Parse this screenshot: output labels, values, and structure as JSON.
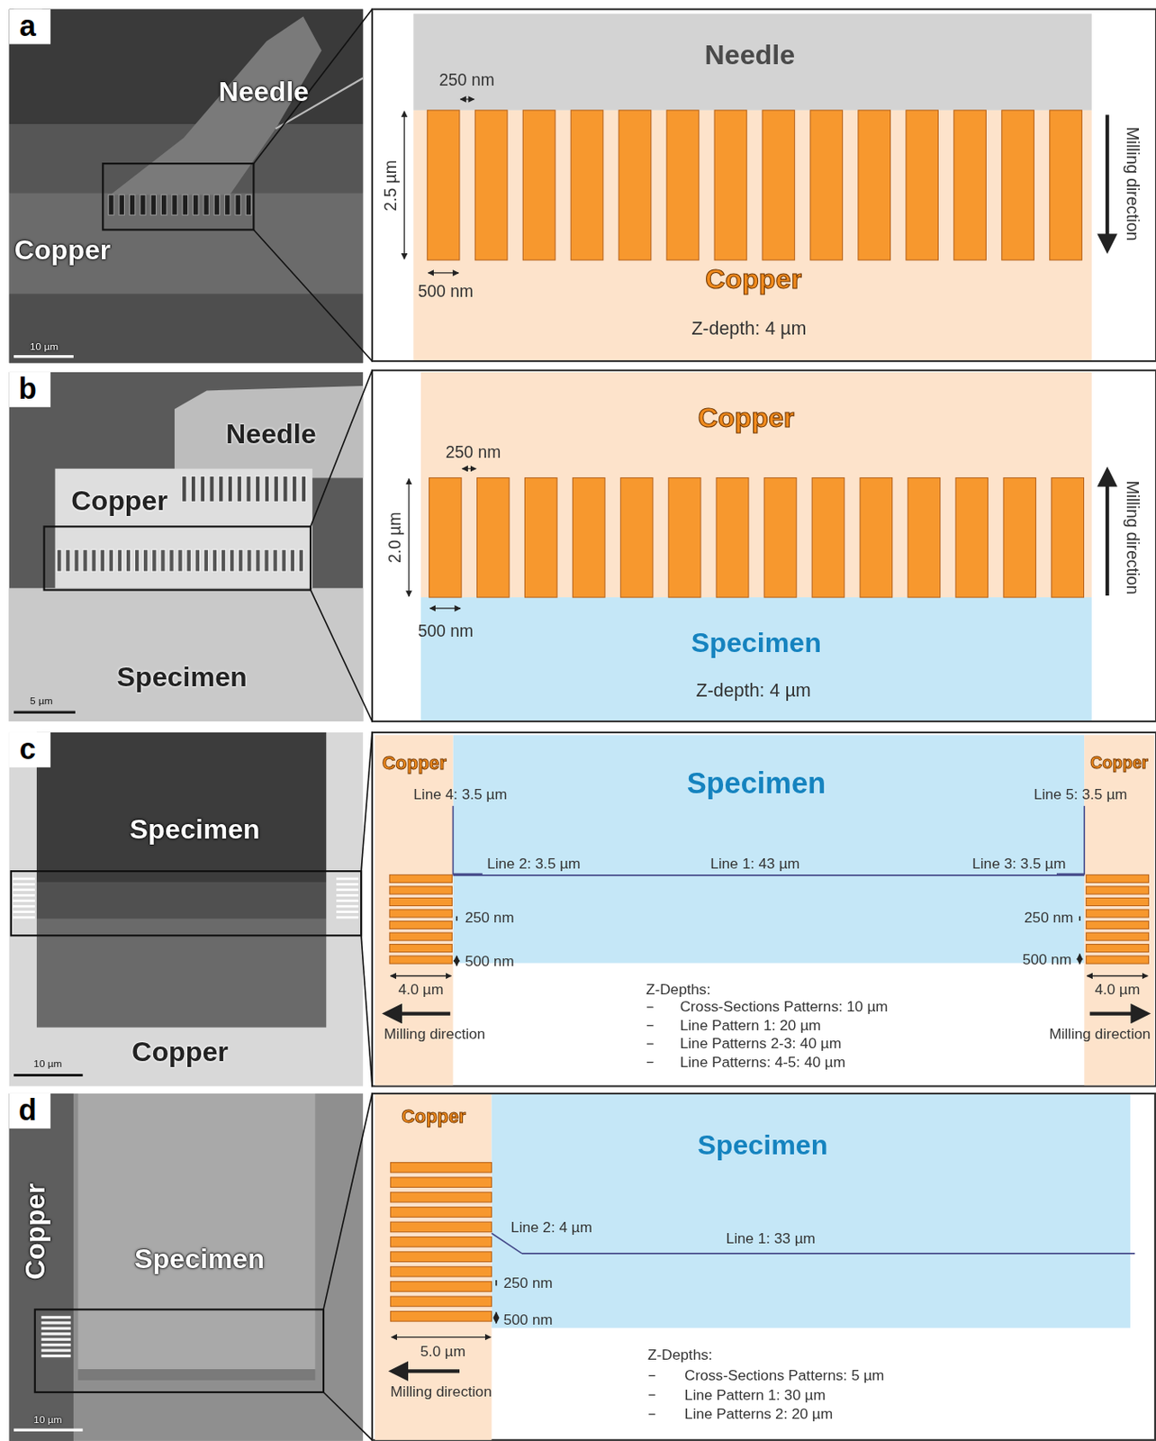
{
  "diagram": {
    "nodes": [
      {
        "text": [
          "Needle",
          "Copper"
        ]
      },
      {
        "text": [
          "Needle"
        ]
      },
      {
        "text": [
          "Copper",
          "Z-depth: 4 µm"
        ]
      },
      {
        "text": [
          "Needle",
          "Copper",
          "Specimen"
        ]
      },
      {
        "text": [
          "Copper"
        ]
      },
      {
        "text": [
          "Specimen",
          "Z-depth: 4 µm"
        ]
      },
      {
        "text": [
          "Specimen",
          "Copper"
        ]
      },
      {
        "text": [
          "Specimen"
        ]
      },
      {
        "text": [
          "Copper"
        ]
      },
      {
        "text": [
          "Copper"
        ]
      },
      {
        "text": [
          "Copper",
          "Specimen"
        ]
      },
      {
        "text": [
          "Copper"
        ]
      },
      {
        "text": [
          "Specimen"
        ]
      }
    ],
    "labels": [
      "a",
      "10 µm",
      "250 nm",
      "2.5 µm",
      "500 nm",
      "Milling direction",
      "b",
      "5 µm",
      "250 nm",
      "2.0 µm",
      "500 nm",
      "Milling direction",
      "c",
      "10 µm",
      "Line 4: 3.5 µm",
      "Line 5: 3.5 µm",
      "Line 2: 3.5 µm",
      "Line 1: 43 µm",
      "Line 3: 3.5 µm",
      "250 nm",
      "250 nm",
      "500 nm",
      "500 nm",
      "4.0 µm",
      "4.0 µm",
      "Z-Depths:",
      "Cross-Sections Patterns: 10 µm",
      "Line Pattern 1: 20 µm",
      "Line Patterns 2-3: 40 µm",
      "Line Patterns: 4-5: 40 µm",
      "Milling direction",
      "Milling direction",
      "d",
      "10 µm",
      "Line 2: 4 µm",
      "Line 1: 33 µm",
      "250 nm",
      "500 nm",
      "5.0 µm",
      "Milling direction",
      "Z-Depths:",
      "Cross-Sections Patterns: 5 µm",
      "Line Pattern 1: 30 µm",
      "Line Patterns 2: 20 µm"
    ]
  }
}
